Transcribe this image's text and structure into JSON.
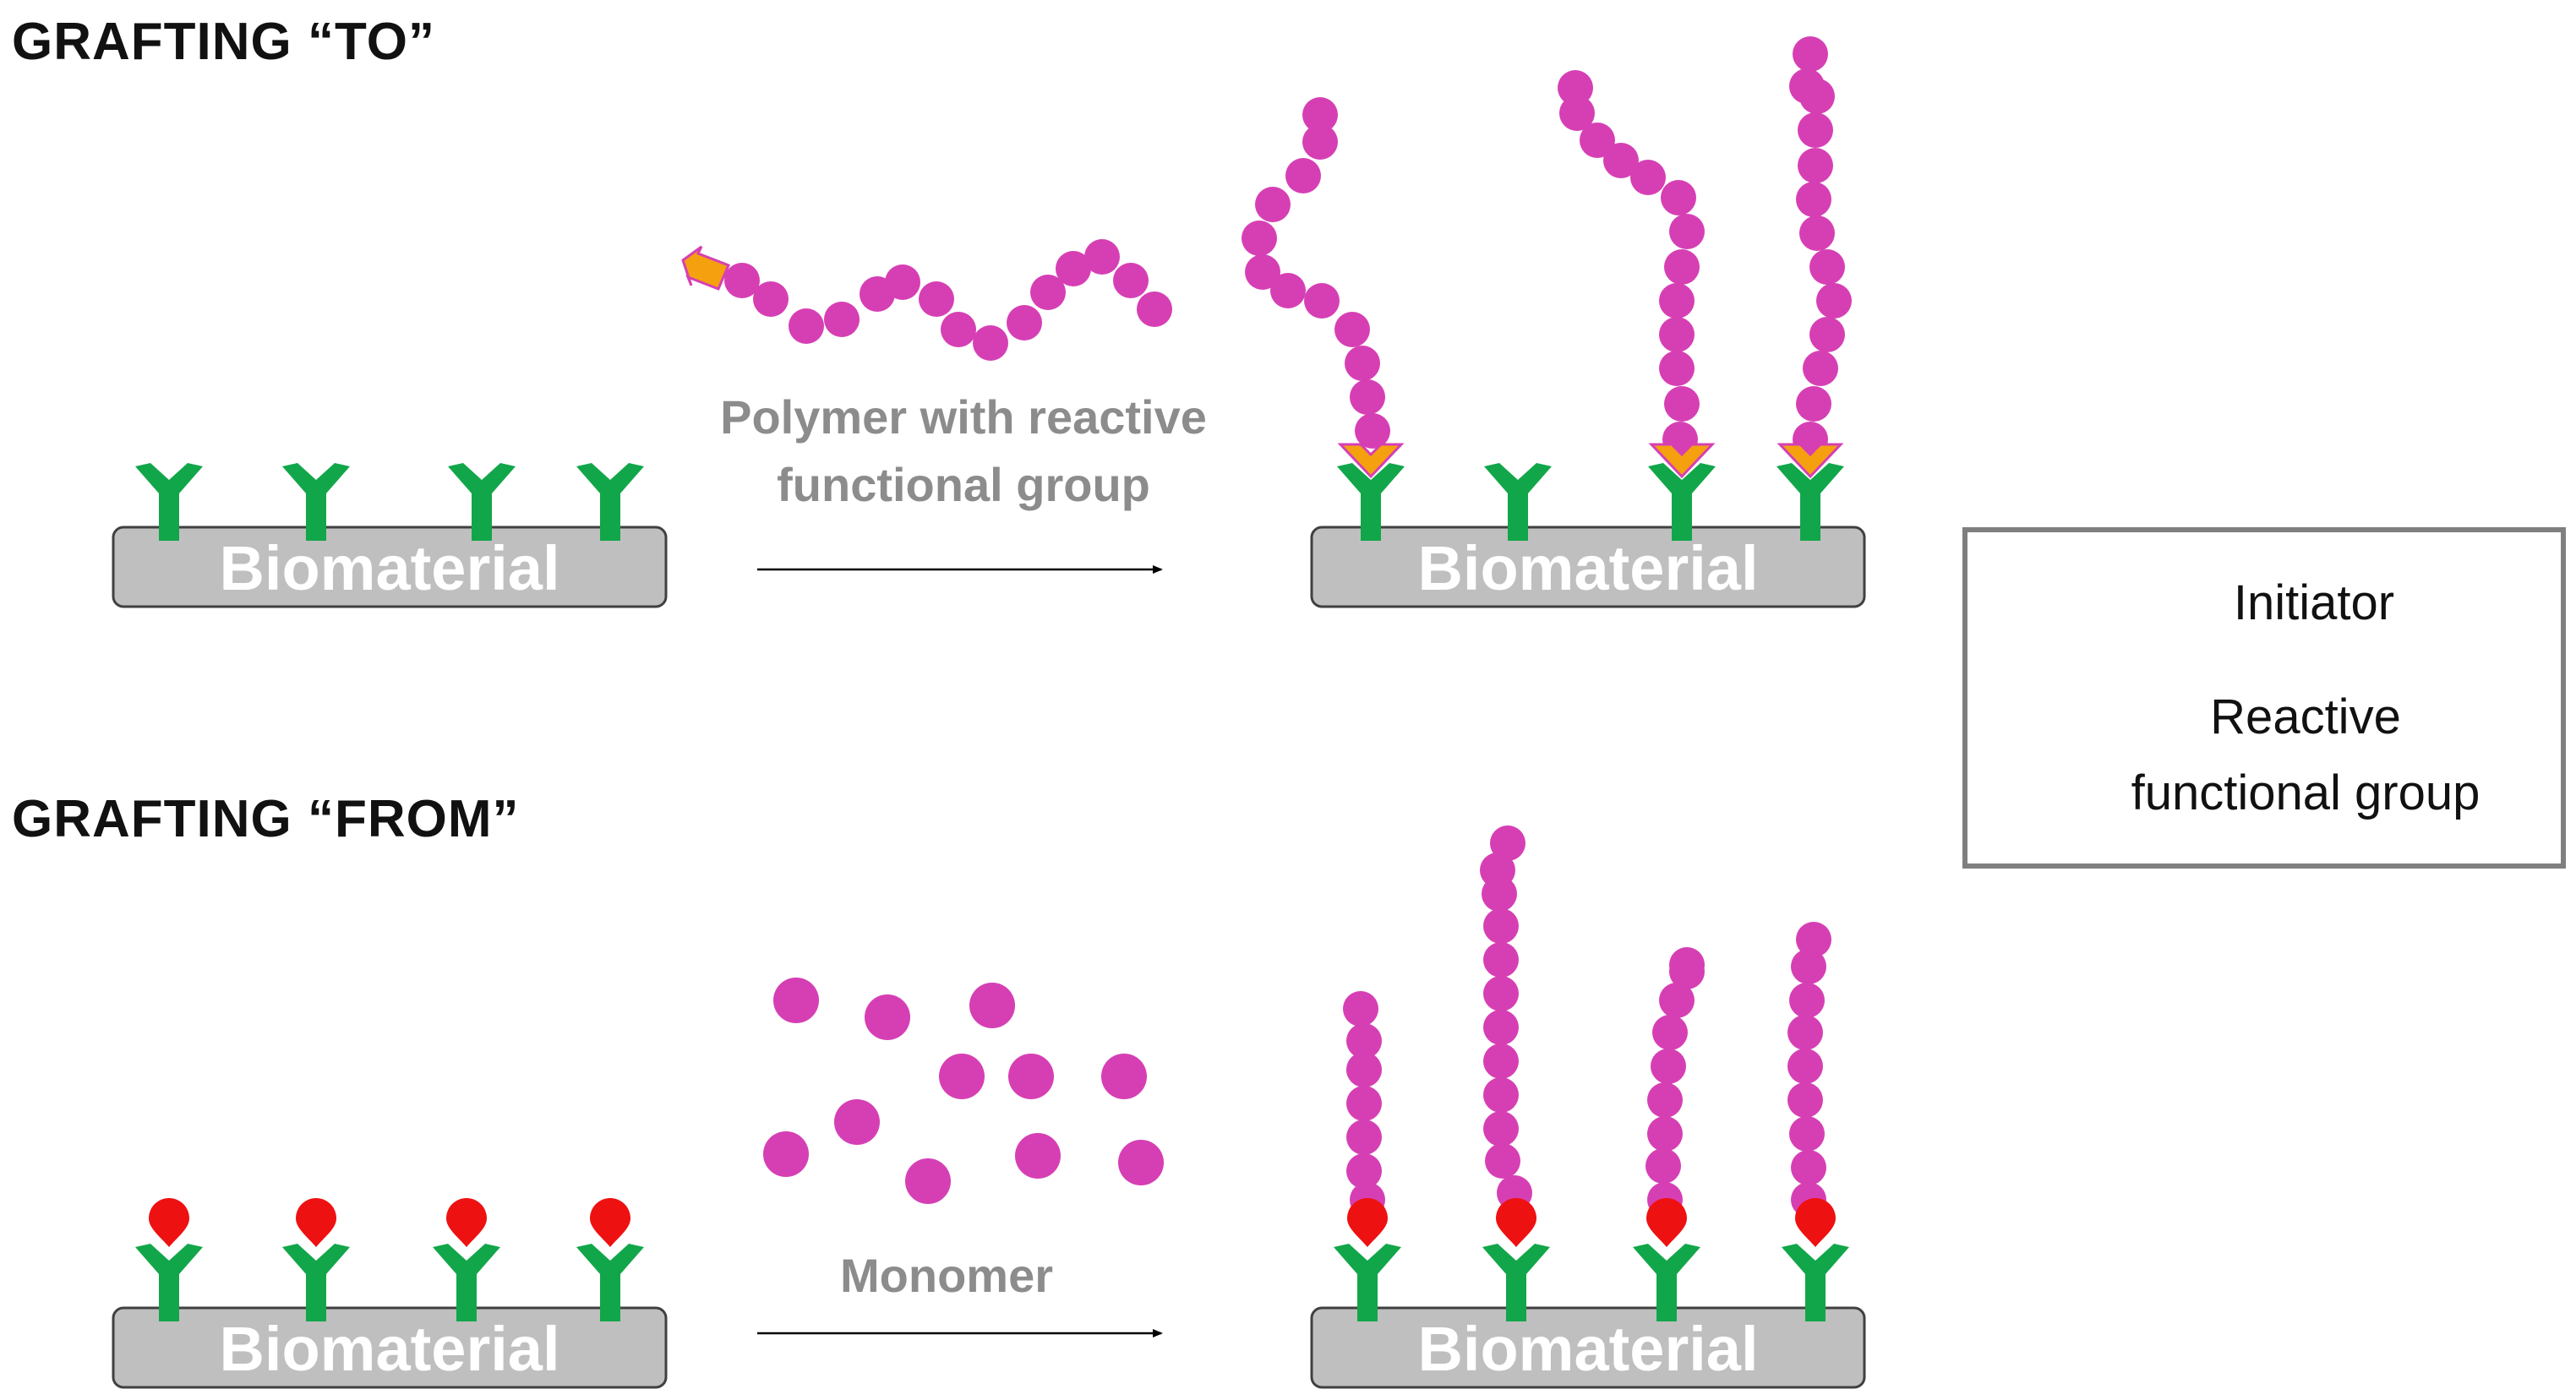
{
  "sections": {
    "grafting_to": {
      "title": "GRAFTING “TO”",
      "caption_line1": "Polymer with reactive",
      "caption_line2": "functional group"
    },
    "grafting_from": {
      "title": "GRAFTING “FROM”",
      "caption_line1": "Monomer"
    }
  },
  "substrate_label": "Biomaterial",
  "legend": {
    "initiator": "Initiator",
    "reactive_line1": "Reactive",
    "reactive_line2": "functional group"
  },
  "colors": {
    "monomer": "#d63fb4",
    "initiator": "#ee1111",
    "reactive_group": "#12a64a",
    "reactive_end": "#f5a00f",
    "substrate": "#bfbfbf",
    "substrate_border": "#404040",
    "caption_text": "#8c8c8c"
  },
  "icons": [
    "monomer-bead-icon",
    "initiator-drop-icon",
    "y-linker-icon",
    "reactive-end-arrow-icon",
    "reaction-arrow-icon"
  ]
}
